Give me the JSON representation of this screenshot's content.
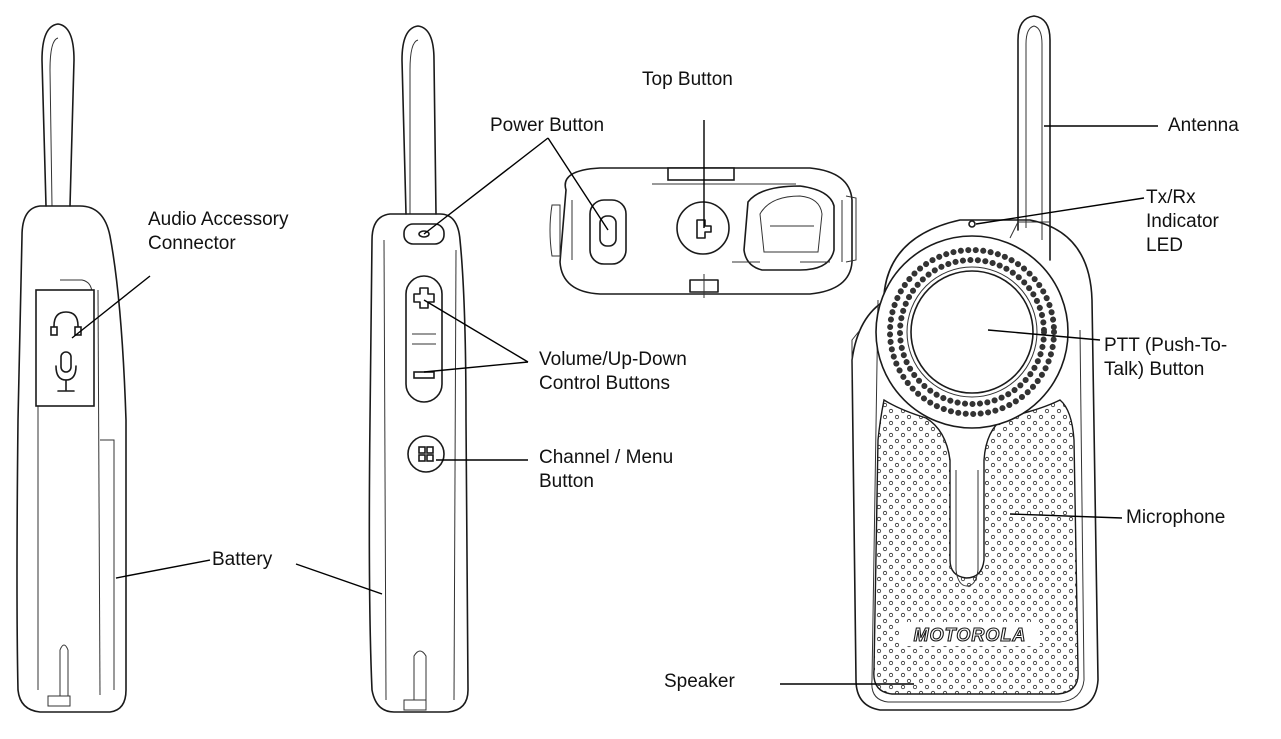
{
  "labels": {
    "top_button": "Top Button",
    "power_button": "Power Button",
    "audio_accessory": [
      "Audio Accessory",
      "Connector"
    ],
    "volume": [
      "Volume/Up-Down",
      "Control Buttons"
    ],
    "channel": [
      "Channel / Menu",
      "Button"
    ],
    "battery": "Battery",
    "antenna": "Antenna",
    "led": [
      "Tx/Rx",
      "Indicator",
      "LED"
    ],
    "ptt": [
      "PTT (Push-To-",
      "Talk) Button"
    ],
    "microphone": "Microphone",
    "speaker": "Speaker"
  },
  "brand": "MOTOROLA",
  "icons": [
    "headphone-icon",
    "microphone-icon",
    "plus-icon",
    "minus-icon",
    "menu-grid-icon"
  ]
}
